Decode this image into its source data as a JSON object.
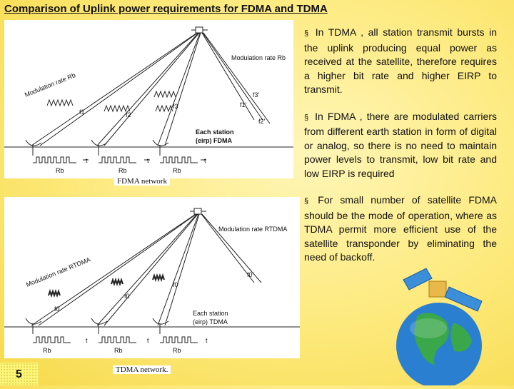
{
  "slide": {
    "title": "Comparison of Uplink power requirements for FDMA and TDMA",
    "page_number": "5"
  },
  "fdma_figure": {
    "caption": "FDMA network",
    "modulation_rate_left": "Modulation rate Rb",
    "modulation_rate_right": "Modulation rate Rb",
    "freq_labels": [
      "f1",
      "f2",
      "f3",
      "f1'",
      "f2'",
      "f3'"
    ],
    "each_station": "Each station",
    "eirp": "(eirp) FDMA",
    "rate_labels": [
      "Rb",
      "Rb",
      "Rb"
    ],
    "time_label": "t"
  },
  "tdma_figure": {
    "caption": "TDMA network.",
    "modulation_rate_left": "Modulation rate RTDMA",
    "modulation_rate_right": "Modulation rate RTDMA",
    "freq_labels": [
      "f0",
      "f0",
      "f0",
      "f0'"
    ],
    "each_station": "Each station",
    "eirp": "(eirp) TDMA",
    "rate_labels": [
      "Rb",
      "Rb",
      "Rb"
    ],
    "time_label": "t"
  },
  "bullets": [
    "In TDMA , all station transmit bursts in the uplink producing equal power as received at the satellite, therefore requires a higher bit rate and higher EIRP to transmit.",
    " In FDMA , there are modulated carriers from different earth station in form of  digital or analog, so there is no need to maintain power  levels to transmit, low bit rate and low  EIRP is required",
    "For small number of satellite FDMA should be the mode of operation, where as TDMA permit more efficient use of the satellite transponder by eliminating the need of backoff."
  ],
  "bullet_marker": "§",
  "colors": {
    "background": "#fde97a",
    "panel": "#ffffff",
    "ocean": "#2a7fd0",
    "land": "#3aa84a",
    "solar_panel": "#3b8fd8",
    "satellite_body": "#e9b84a"
  }
}
